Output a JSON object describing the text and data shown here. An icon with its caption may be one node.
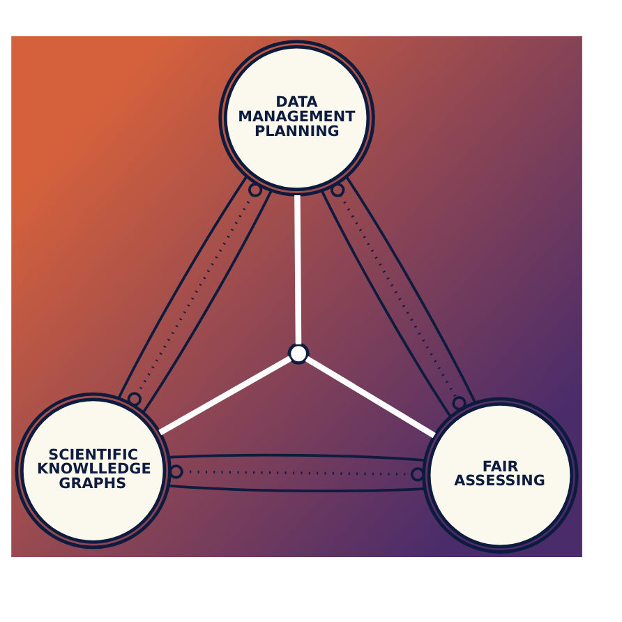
{
  "diagram": {
    "nodes": [
      {
        "text": [
          "DATA MANAGEMENT PLANNING"
        ]
      },
      {
        "text": [
          "SCIENTIFIC KNOWLLEDGE GRAPHS"
        ]
      },
      {
        "text": [
          "FAIR ASSESSING"
        ]
      },
      {
        "text": [],
        "shape": "circle"
      }
    ],
    "edges": [
      {
        "from": 0,
        "to": 3,
        "arrow": "none",
        "style": "thick",
        "color": "#ffffff"
      },
      {
        "from": 3,
        "to": 1,
        "arrow": "none",
        "style": "thick",
        "color": "#ffffff"
      },
      {
        "from": 3,
        "to": 2,
        "arrow": "none",
        "style": "thick",
        "color": "#ffffff"
      },
      {
        "from": 0,
        "to": 1,
        "arrow": "none"
      },
      {
        "from": 0,
        "to": 1,
        "arrow": "none"
      },
      {
        "from": 0,
        "to": 2,
        "arrow": "none"
      },
      {
        "from": 0,
        "to": 2,
        "arrow": "none"
      },
      {
        "from": 1,
        "to": 2,
        "arrow": "none"
      },
      {
        "from": 1,
        "to": 2,
        "arrow": "none"
      },
      {
        "from": 0,
        "to": 1,
        "arrow": "other",
        "style": "dashed"
      },
      {
        "from": 0,
        "to": 2,
        "arrow": "other",
        "style": "dashed"
      },
      {
        "from": 1,
        "to": 2,
        "arrow": "other",
        "style": "dashed"
      }
    ]
  }
}
